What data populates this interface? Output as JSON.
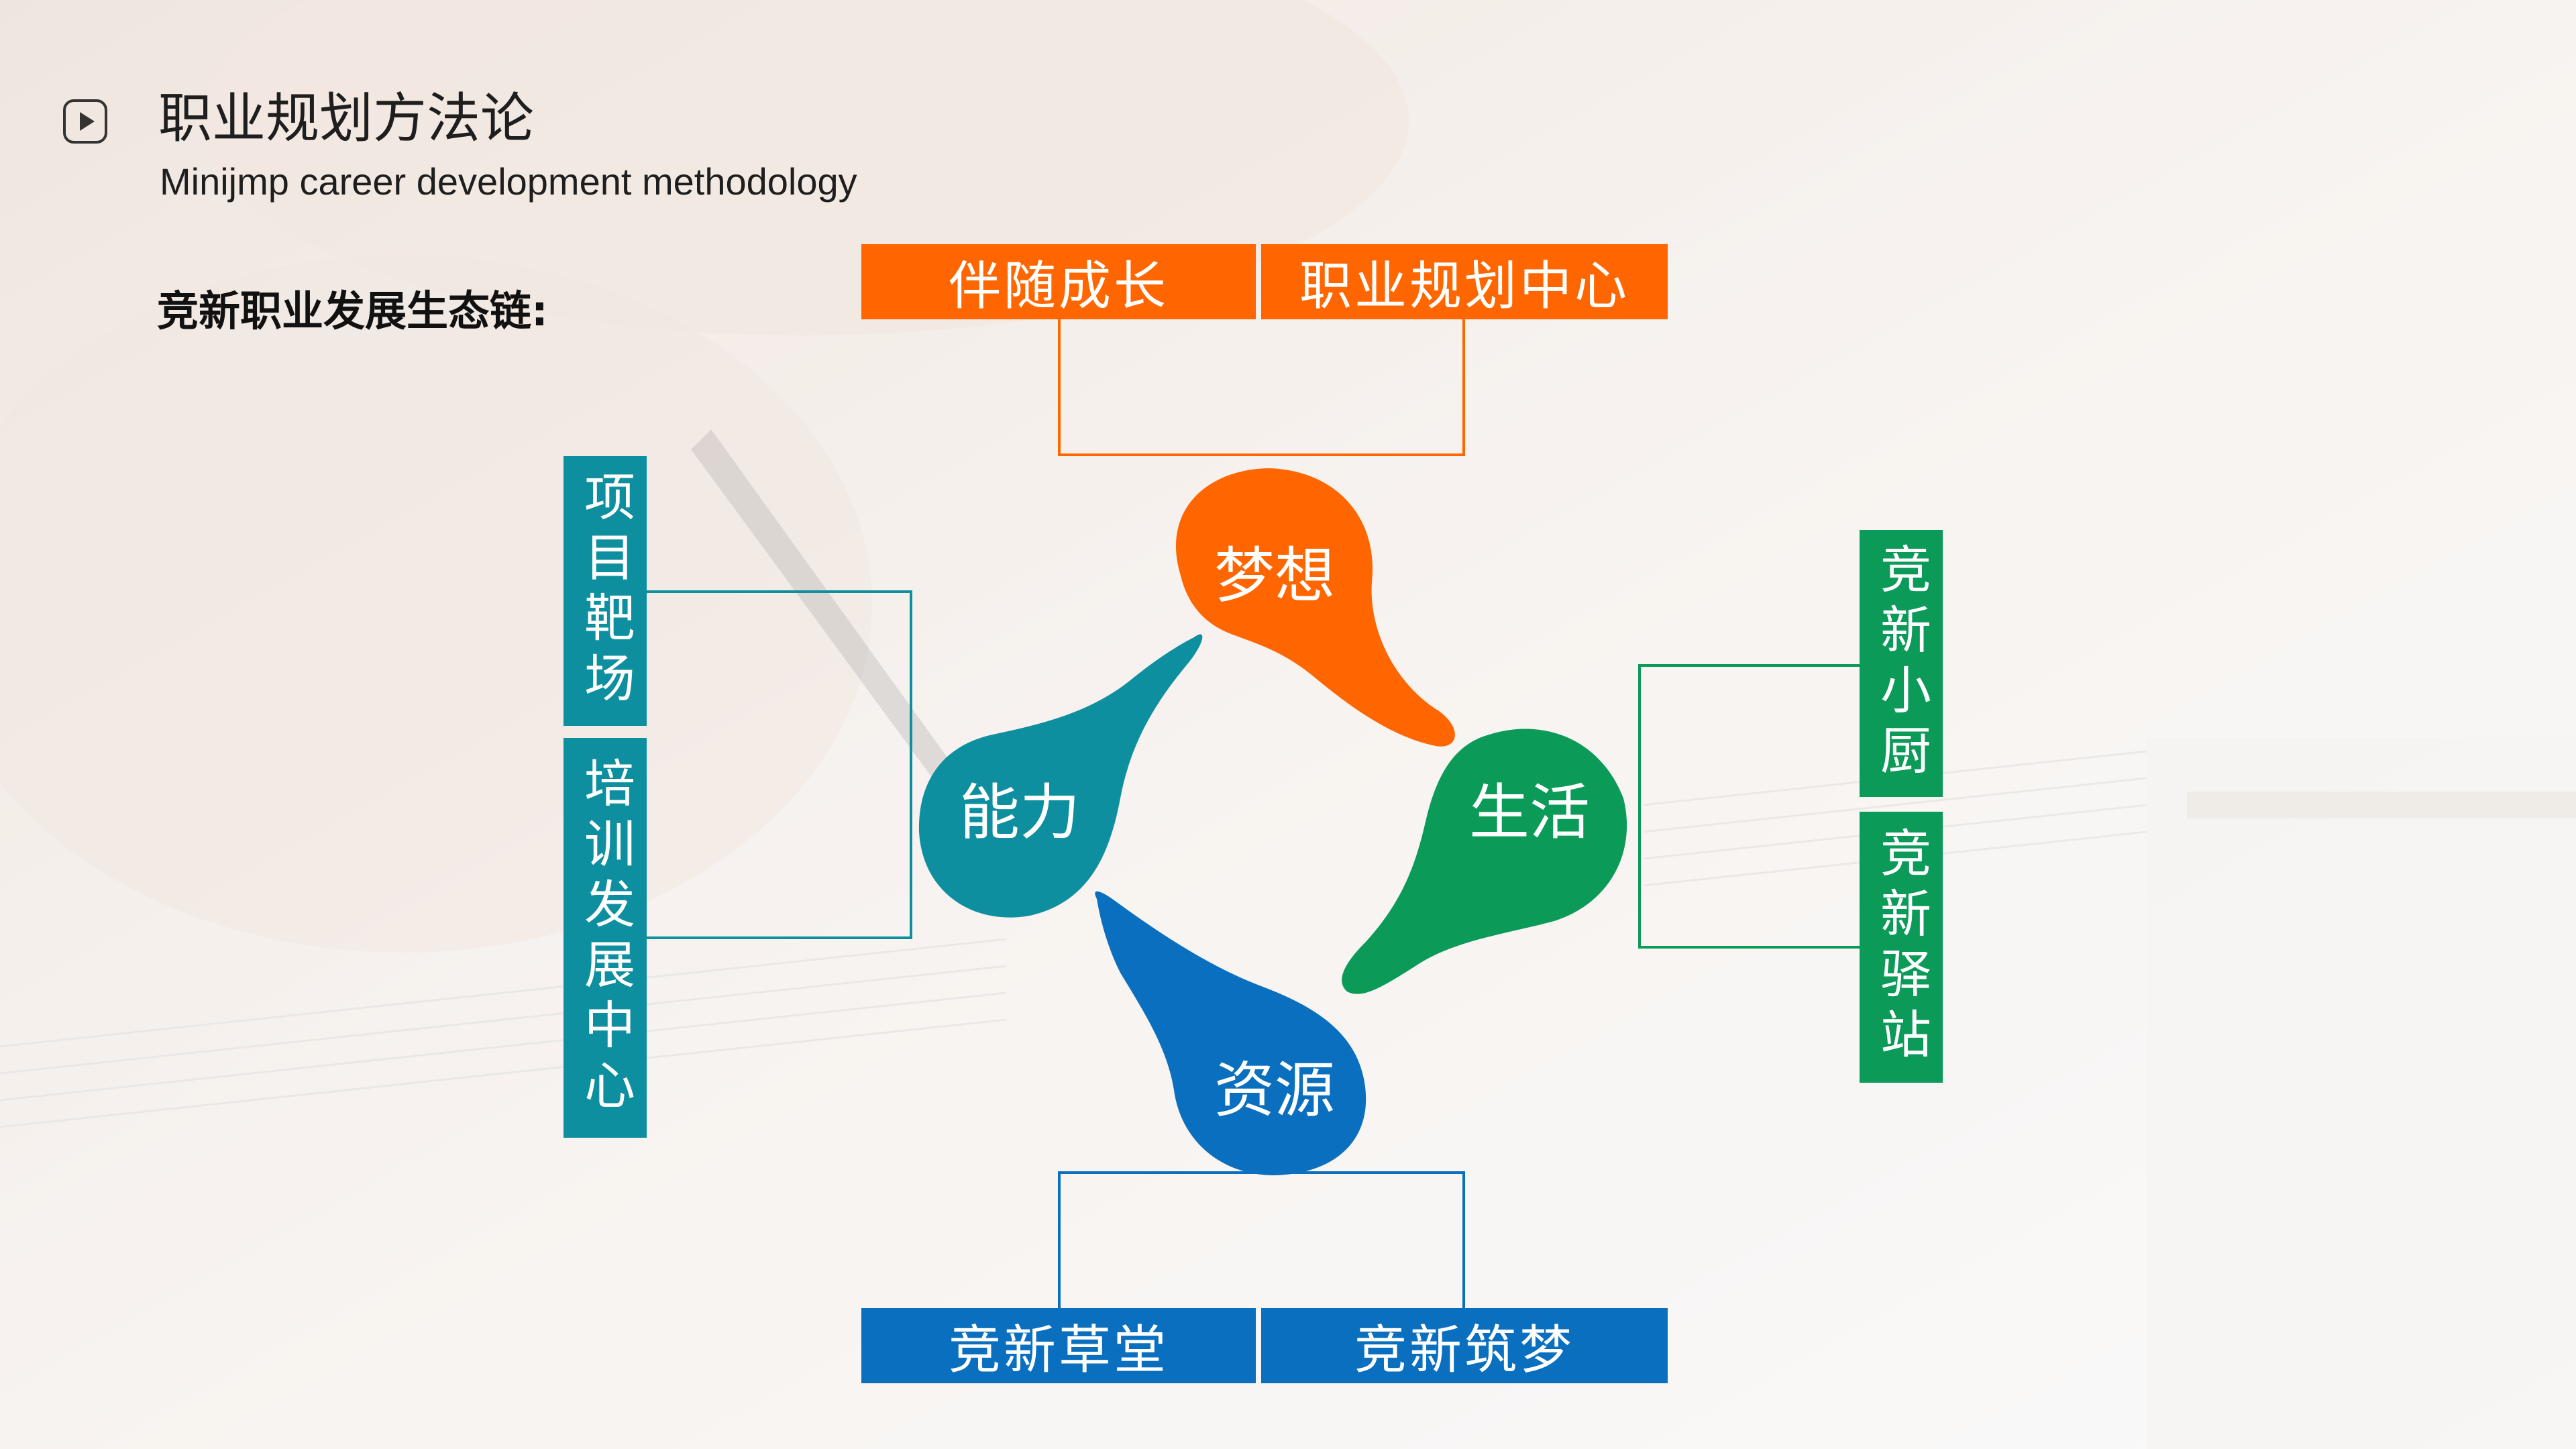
{
  "header": {
    "title": "职业规划方法论",
    "subtitle": "Minijmp career development methodology",
    "section_label": "竞新职业发展生态链:",
    "icon": "play-icon"
  },
  "diagram": {
    "petals": [
      {
        "label": "梦想",
        "color": "#FF6600"
      },
      {
        "label": "生活",
        "color": "#0B9A58"
      },
      {
        "label": "资源",
        "color": "#0A6FBE"
      },
      {
        "label": "能力",
        "color": "#0D8FA0"
      }
    ],
    "top_boxes": [
      "伴随成长",
      "职业规划中心"
    ],
    "bottom_boxes": [
      "竞新草堂",
      "竞新筑梦"
    ],
    "left_boxes": [
      "项目靶场",
      "培训发展中心"
    ],
    "right_boxes": [
      "竞新小厨",
      "竞新驿站"
    ]
  },
  "colors": {
    "orange": "#FF6600",
    "green": "#0B9A58",
    "blue": "#0A6FBE",
    "teal": "#0D8FA0"
  }
}
